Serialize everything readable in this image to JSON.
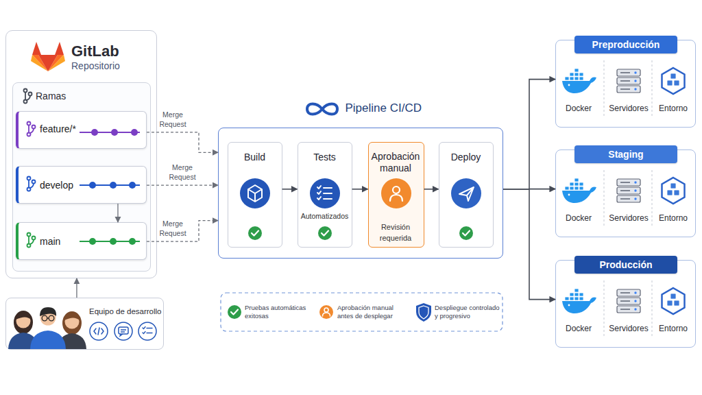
{
  "diagram": {
    "nodes": [
      {
        "text": [
          "GitLab",
          "Repositorio"
        ]
      },
      {
        "text": [
          "Ramas"
        ],
        "in": 0
      },
      {
        "text": [
          "feature/*"
        ],
        "in": 1
      },
      {
        "text": [
          "develop"
        ],
        "in": 1
      },
      {
        "text": [
          "main"
        ],
        "in": 1
      },
      {
        "text": [
          "Equipo de desarrollo"
        ]
      },
      {
        "text": [
          "Pipeline CI/CD"
        ]
      },
      {
        "text": [
          "Build"
        ],
        "in": 6
      },
      {
        "text": [
          "Tests",
          "Automatizados"
        ],
        "in": 6
      },
      {
        "text": [
          "Aprobación manual",
          "Revisión requerida"
        ],
        "in": 6
      },
      {
        "text": [
          "Deploy"
        ],
        "in": 6
      },
      {
        "text": [
          "Preproducción",
          "Docker",
          "Servidores",
          "Entorno"
        ]
      },
      {
        "text": [
          "Staging",
          "Docker",
          "Servidores",
          "Entorno"
        ]
      },
      {
        "text": [
          "Producción",
          "Docker",
          "Servidores",
          "Entorno"
        ]
      }
    ],
    "edges": [
      {
        "from": 2,
        "to": 6,
        "label": "Merge Request",
        "arrow": "to"
      },
      {
        "from": 3,
        "to": 6,
        "label": "Merge Request",
        "arrow": "to"
      },
      {
        "from": 4,
        "to": 6,
        "label": "Merge Request",
        "arrow": "to"
      },
      {
        "from": 3,
        "to": 4,
        "arrow": "to"
      },
      {
        "from": 5,
        "to": 0,
        "arrow": "to"
      },
      {
        "from": 7,
        "to": 8,
        "arrow": "to"
      },
      {
        "from": 8,
        "to": 9,
        "arrow": "to"
      },
      {
        "from": 9,
        "to": 10,
        "arrow": "to"
      },
      {
        "from": 6,
        "to": 11,
        "arrow": "to"
      },
      {
        "from": 6,
        "to": 12,
        "arrow": "to"
      },
      {
        "from": 6,
        "to": 13,
        "arrow": "to"
      }
    ],
    "legend": [
      {
        "text": "Pruebas automáticas exitosas"
      },
      {
        "text": "Aprobación manual antes de desplegar"
      },
      {
        "text": "Despliegue controlado y progresivo"
      }
    ]
  }
}
